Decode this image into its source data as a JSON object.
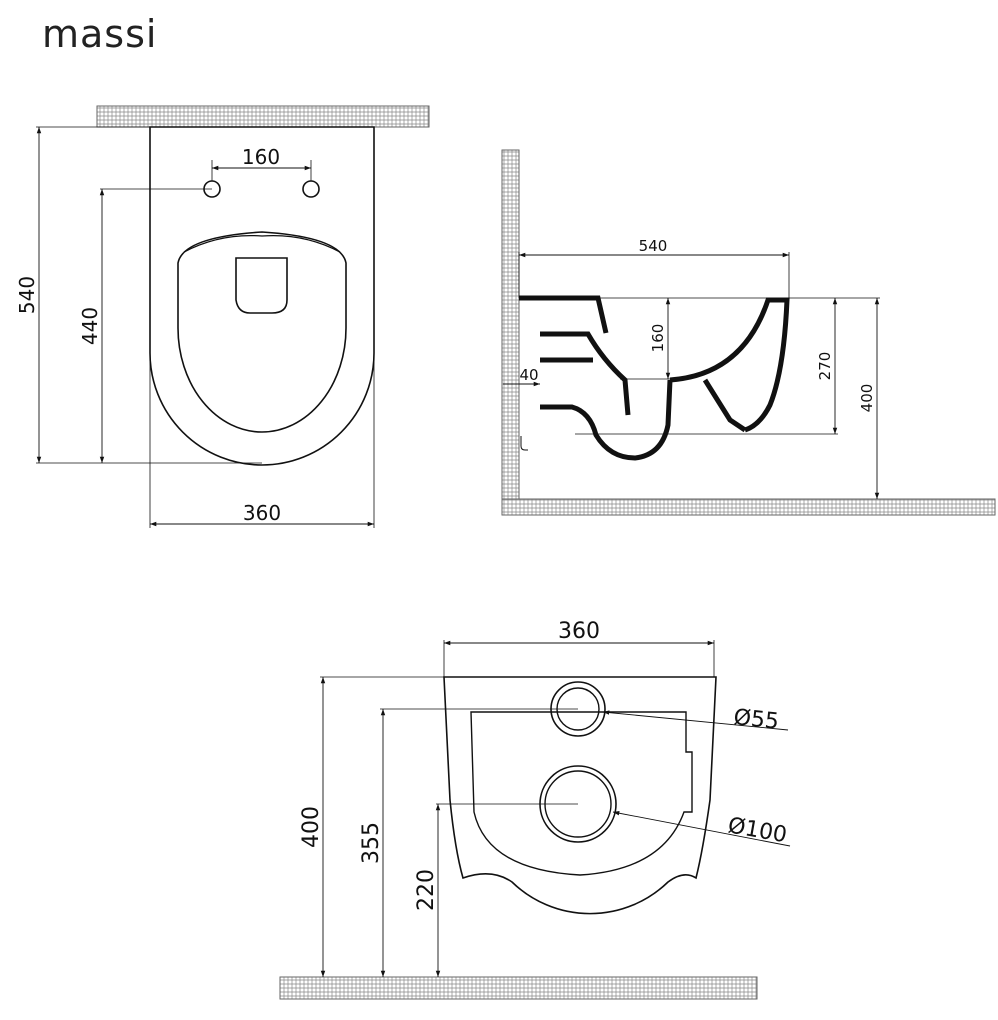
{
  "brand": {
    "logo": "massi"
  },
  "views": {
    "top": {
      "width": "360",
      "length": "540",
      "fixing_distance": "440",
      "fixing_spacing": "160"
    },
    "side": {
      "length": "540",
      "height_160": "160",
      "height_270": "270",
      "height_400": "400",
      "offset_40": "40"
    },
    "back": {
      "width": "360",
      "height_400": "400",
      "height_355": "355",
      "height_220": "220",
      "inlet_diameter": "Ø55",
      "outlet_diameter": "Ø100"
    }
  },
  "colors": {
    "line": "#111111",
    "hatch": "#777777"
  }
}
